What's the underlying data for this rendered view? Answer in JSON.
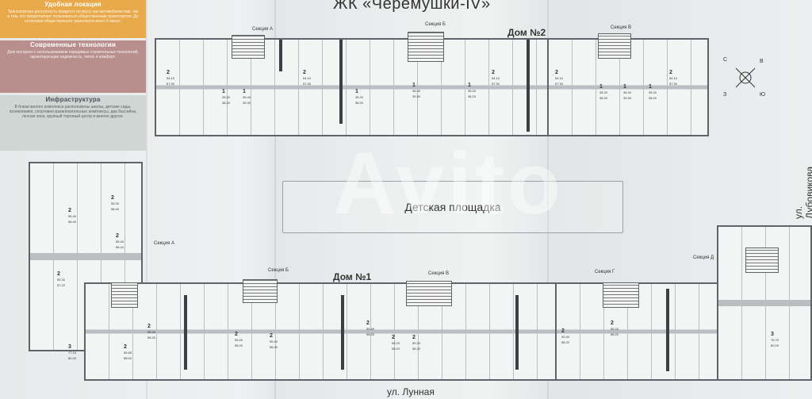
{
  "page_title": "ЖК «Черемушки-IV»",
  "panels": [
    {
      "title": "Удобная локация",
      "text": "Транспортная доступность придется по вкусу как автомобилистам, так и тем, кто предпочитает пользоваться общественным транспортом. До остановки общественного транспорта всего 5 минут."
    },
    {
      "title": "Современные технологии",
      "text": "Дом построен с использованием передовых строительных технологий, гарантирующих надежность, тепло и комфорт."
    },
    {
      "title": "Инфраструктура",
      "text": "В близи жилого комплекса расположены школы, детские сады, поликлиники, спортивно-развлекательные комплексы, два бассейна, лесная зона, крупный торговый центр и многое другое."
    }
  ],
  "buildings": {
    "dom2": {
      "label": "Дом №2",
      "sections": [
        "Секция А",
        "Секция Б",
        "Секция В"
      ]
    },
    "dom1": {
      "label": "Дом №1",
      "sections": [
        "Секция А",
        "Секция Б",
        "Секция В",
        "Секция Г",
        "Секция Д"
      ]
    }
  },
  "playground": "Детская площадка",
  "streets": {
    "bottom": "ул. Лунная",
    "right": "ул. Дубовикова"
  },
  "compass": {
    "n": "С",
    "e": "В",
    "w": "З",
    "s": "Ю"
  },
  "apartments_top": [
    {
      "rooms": "2",
      "area": "54.10",
      "sub": "57.30"
    },
    {
      "rooms": "1",
      "area": "35.20",
      "sub": "38.20"
    },
    {
      "rooms": "1",
      "area": "36.40",
      "sub": "39.30"
    },
    {
      "rooms": "2",
      "area": "54.10",
      "sub": "57.30"
    },
    {
      "rooms": "1",
      "area": "35.20",
      "sub": "38.20"
    },
    {
      "rooms": "1",
      "area": "36.40",
      "sub": "39.30"
    },
    {
      "rooms": "1",
      "area": "35.20",
      "sub": "38.20"
    },
    {
      "rooms": "2",
      "area": "54.10",
      "sub": "57.30"
    },
    {
      "rooms": "2",
      "area": "54.10",
      "sub": "57.30"
    },
    {
      "rooms": "1",
      "area": "35.20",
      "sub": "38.20"
    },
    {
      "rooms": "1",
      "area": "36.40",
      "sub": "39.30"
    },
    {
      "rooms": "1",
      "area": "35.20",
      "sub": "38.20"
    },
    {
      "rooms": "2",
      "area": "54.10",
      "sub": "57.30"
    }
  ],
  "apartments_bottom": [
    {
      "rooms": "3",
      "area": "77.10",
      "sub": "80.20"
    },
    {
      "rooms": "2",
      "area": "55.65",
      "sub": "58.00"
    },
    {
      "rooms": "2",
      "area": "55.40",
      "sub": "58.20"
    },
    {
      "rooms": "2",
      "area": "55.20",
      "sub": "58.20"
    },
    {
      "rooms": "2",
      "area": "55.20",
      "sub": "58.20"
    },
    {
      "rooms": "2",
      "area": "55.40",
      "sub": "58.20"
    },
    {
      "rooms": "2",
      "area": "55.20",
      "sub": "58.20"
    },
    {
      "rooms": "2",
      "area": "55.20",
      "sub": "58.20"
    },
    {
      "rooms": "2",
      "area": "55.40",
      "sub": "58.20"
    },
    {
      "rooms": "2",
      "area": "55.20",
      "sub": "58.20"
    },
    {
      "rooms": "3",
      "area": "76.70",
      "sub": "80.00"
    }
  ],
  "apartments_left": [
    {
      "rooms": "2",
      "area": "55.20",
      "sub": "58.40"
    },
    {
      "rooms": "2",
      "area": "55.40",
      "sub": "58.40"
    },
    {
      "rooms": "2",
      "area": "55.40",
      "sub": "58.44"
    },
    {
      "rooms": "2",
      "area": "55.32",
      "sub": "57.22"
    }
  ]
}
